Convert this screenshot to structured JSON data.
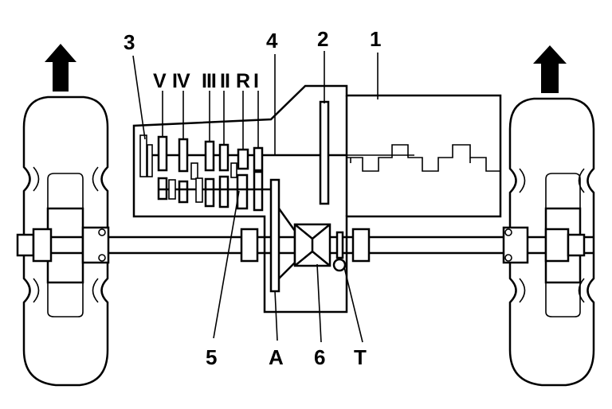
{
  "labels": {
    "clutch_ref": "3",
    "shaft_ref": "4",
    "flywheel_ref": "2",
    "engine_ref": "1",
    "countershaft_ref": "5",
    "final_drive_ref": "A",
    "differential_ref": "6",
    "sensor_ref": "T"
  },
  "gears": {
    "fifth": "V",
    "fourth": "IV",
    "third": "III",
    "second": "II",
    "reverse": "R",
    "first": "I"
  },
  "colors": {
    "line": "#000000",
    "fill": "#ffffff"
  },
  "icons": {
    "direction_left": "up-arrow-icon",
    "direction_right": "up-arrow-icon"
  }
}
